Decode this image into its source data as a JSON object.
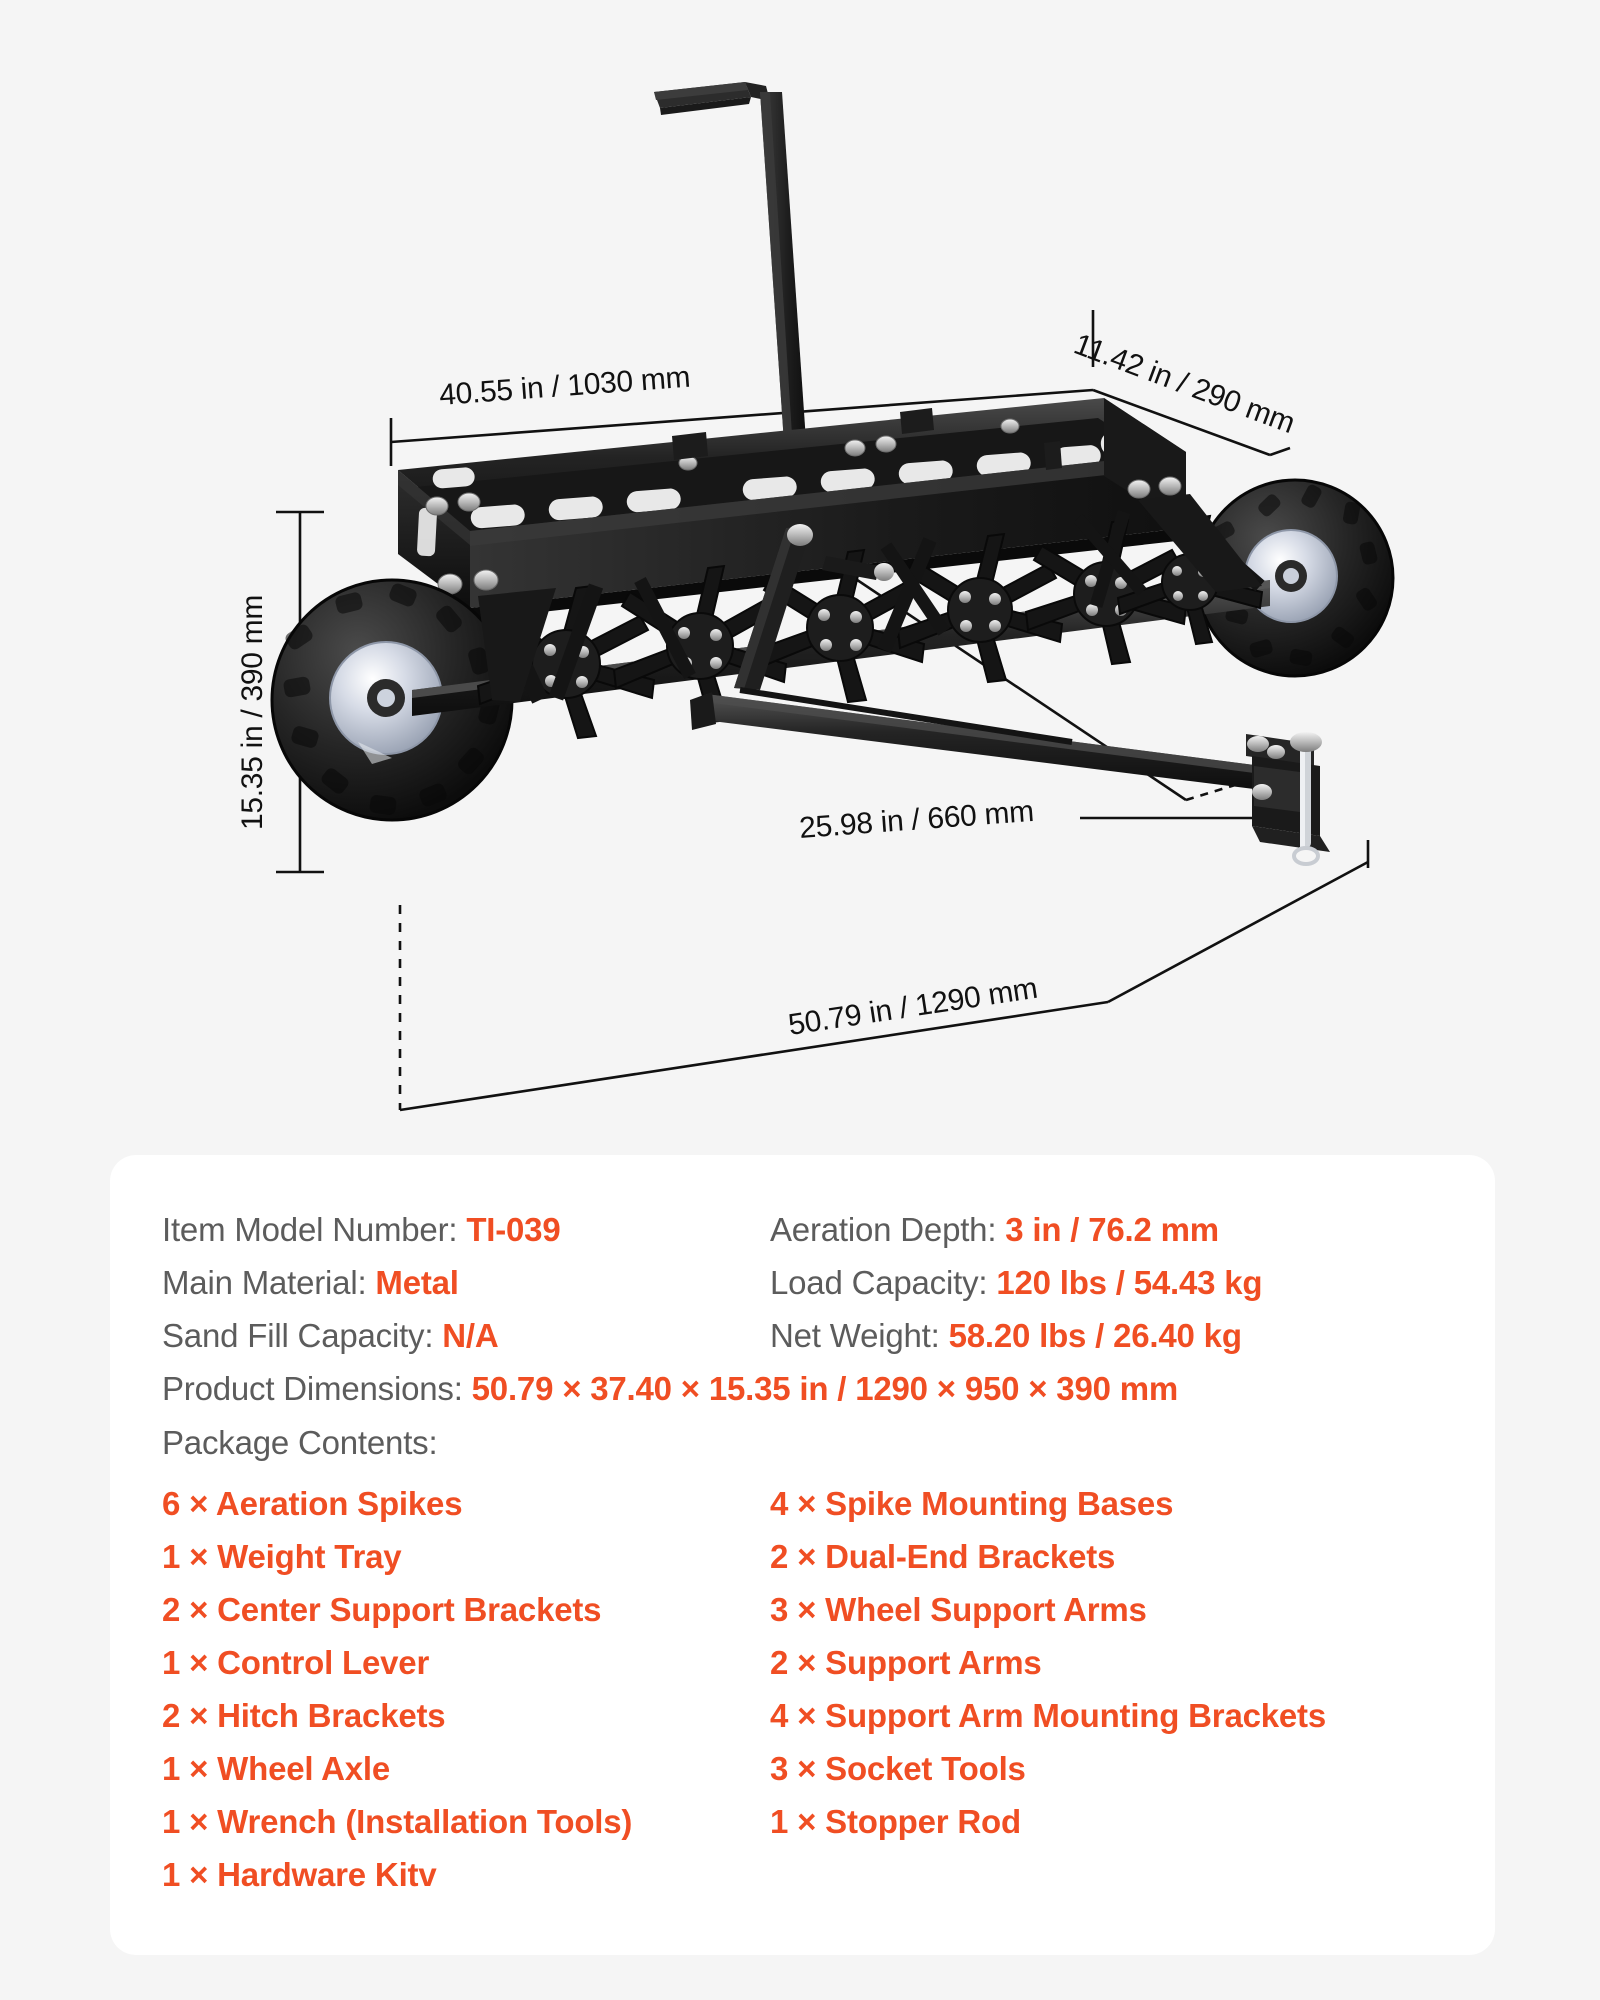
{
  "background_color": "#f5f5f5",
  "accent_color": "#f04e23",
  "label_color": "#5c5c5c",
  "diagram": {
    "title": "spike-aerator-dimension-diagram",
    "dimensions": {
      "tray_width": "40.55 in / 1030 mm",
      "tray_depth": "11.42 in / 290 mm",
      "height": "15.35 in / 390 mm",
      "spike_span": "25.98 in / 660 mm",
      "overall_length": "50.79 in / 1290 mm"
    }
  },
  "specs": {
    "left": [
      {
        "label": "Item Model Number:",
        "value": "TI-039"
      },
      {
        "label": "Main Material:",
        "value": "Metal"
      },
      {
        "label": "Sand Fill Capacity:",
        "value": "N/A"
      }
    ],
    "right": [
      {
        "label": "Aeration Depth:",
        "value": "3 in / 76.2 mm"
      },
      {
        "label": "Load Capacity:",
        "value": "120 lbs / 54.43 kg"
      },
      {
        "label": "Net Weight:",
        "value": "58.20 lbs / 26.40 kg"
      }
    ],
    "dimensions_row": {
      "label": "Product Dimensions:",
      "value": "50.79 × 37.40 × 15.35 in / 1290 × 950 × 390 mm"
    },
    "package_contents_label": "Package Contents:",
    "package_contents": {
      "left": [
        "6 × Aeration Spikes",
        "1 × Weight Tray",
        "2 × Center Support Brackets",
        "1 × Control Lever",
        "2 × Hitch Brackets",
        "1 × Wheel Axle",
        "1 × Wrench (Installation Tools)",
        "1 × Hardware Kitv"
      ],
      "right": [
        "4 × Spike Mounting Bases",
        "2 × Dual-End Brackets",
        "3 × Wheel Support Arms",
        "2 × Support Arms",
        "4 × Support Arm Mounting Brackets",
        "3 × Socket Tools",
        "1 × Stopper Rod"
      ]
    }
  }
}
